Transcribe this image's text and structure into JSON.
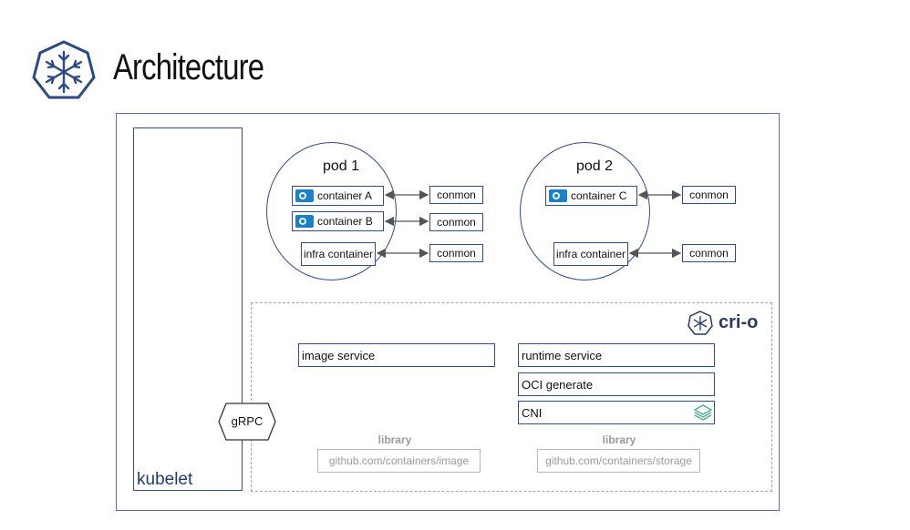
{
  "slide": {
    "title": "Architecture",
    "logo_icon": "crio-snowflake-logo-icon"
  },
  "kubelet": {
    "label": "kubelet"
  },
  "grpc": {
    "label": "gRPC"
  },
  "pods": [
    {
      "label": "pod 1",
      "containers": [
        "container A",
        "container B"
      ],
      "infra": "infra container",
      "conmon": [
        "conmon",
        "conmon",
        "conmon"
      ]
    },
    {
      "label": "pod 2",
      "containers": [
        "container C"
      ],
      "infra": "infra container",
      "conmon": [
        "conmon",
        "conmon"
      ]
    }
  ],
  "crio": {
    "brand": "cri-o",
    "brand_icon": "crio-snowflake-icon",
    "image_service": "image service",
    "runtime_service": "runtime service",
    "oci_generate": "OCI generate",
    "cni": "CNI",
    "cni_icon": "cni-layers-icon",
    "libraries": [
      {
        "label": "library",
        "repo": "github.com/containers/image"
      },
      {
        "label": "library",
        "repo": "github.com/containers/storage"
      }
    ]
  },
  "colors": {
    "frame": "#2f4d8c",
    "dashed": "#a6a6a6",
    "muted_text": "#9b9b9b",
    "container_icon": "#1d7fc4"
  }
}
